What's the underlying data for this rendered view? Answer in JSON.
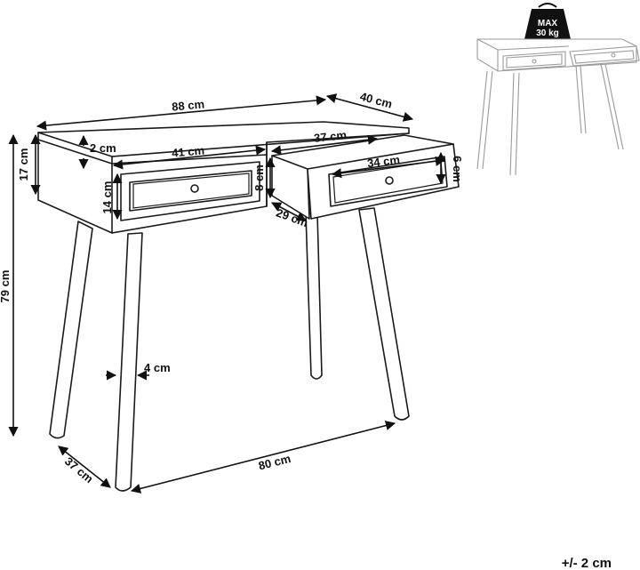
{
  "badge": {
    "line1": "MAX",
    "line2": "30 kg"
  },
  "dimensions": {
    "width": "88 cm",
    "depth": "40 cm",
    "drawer_opening": "37 cm",
    "drawer_front_width": "41 cm",
    "top_thickness": "2 cm",
    "drawer_box_width": "34 cm",
    "drawer_front_height": "6 cm",
    "body_height": "17 cm",
    "drawer_outer_height": "14 cm",
    "drawer_inner_height": "8 cm",
    "drawer_depth": "29 cm",
    "total_height": "79 cm",
    "leg_width": "4 cm",
    "leg_span_depth": "37 cm",
    "leg_span_width": "80 cm"
  },
  "tolerance": "+/- 2 cm",
  "colors": {
    "ink": "#1a1a1a",
    "thumbnail": "#9a9a9a",
    "background": "#ffffff"
  }
}
